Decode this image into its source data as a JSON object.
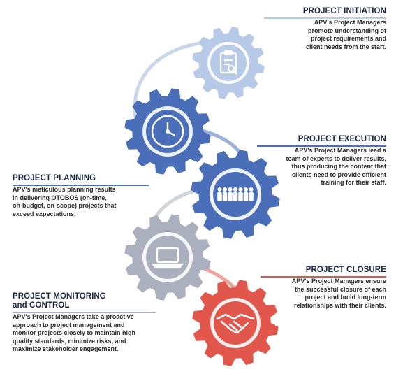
{
  "colors": {
    "light_blue": "#b7cbe8",
    "dark_blue": "#4a6fb8",
    "gray": "#aab0bd",
    "red": "#e2574c",
    "title_text": "#1b2742",
    "body_text": "#2a2a2a"
  },
  "stages": [
    {
      "title": "PROJECT INITIATION",
      "body": [
        "APV's Project Managers",
        "promote understanding of",
        "project requirements and",
        "client needs from the start."
      ],
      "icon": "clipboard-search-icon",
      "color": "#b7cbe8"
    },
    {
      "title": "PROJECT PLANNING",
      "body": [
        "APV's meticulous planning results",
        "in delivering OTOBOS (on-time,",
        "on-budget, on-scope) projects that",
        "exceed expectations."
      ],
      "icon": "clock-icon",
      "color": "#4a6fb8"
    },
    {
      "title": "PROJECT EXECUTION",
      "body": [
        "APV's Project Managers lead a",
        "team of experts to deliver results,",
        "thus producing the content that",
        "clients need to provide efficient",
        "training for their staff."
      ],
      "icon": "team-icon",
      "color": "#4a6fb8"
    },
    {
      "title": "PROJECT MONITORING",
      "title2": "and CONTROL",
      "body": [
        "APV's Project Managers take a proactive",
        "approach to project management and",
        "monitor projects closely to maintain high",
        "quality standards, minimize risks, and",
        "maximize stakeholder engagement."
      ],
      "icon": "laptop-icon",
      "color": "#aab0bd"
    },
    {
      "title": "PROJECT CLOSURE",
      "body": [
        "APV's Project Managers ensure",
        "the successful closure of each",
        "project and build long-term",
        "relationships with their clients."
      ],
      "icon": "handshake-icon",
      "color": "#e2574c"
    }
  ]
}
